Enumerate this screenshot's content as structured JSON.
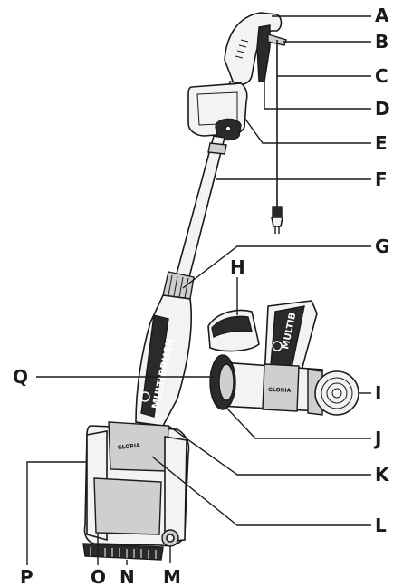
{
  "labels": {
    "A": "A",
    "B": "B",
    "C": "C",
    "D": "D",
    "E": "E",
    "F": "F",
    "G": "G",
    "H": "H",
    "I": "I",
    "J": "J",
    "K": "K",
    "L": "L",
    "M": "M",
    "N": "N",
    "O": "O",
    "P": "P",
    "Q": "Q"
  },
  "product": {
    "shaft_text": "MULTIBRUSH",
    "attachment_text": "MULTIB",
    "logo_main": "GLORIA",
    "logo_attachment": "GLORIA"
  }
}
